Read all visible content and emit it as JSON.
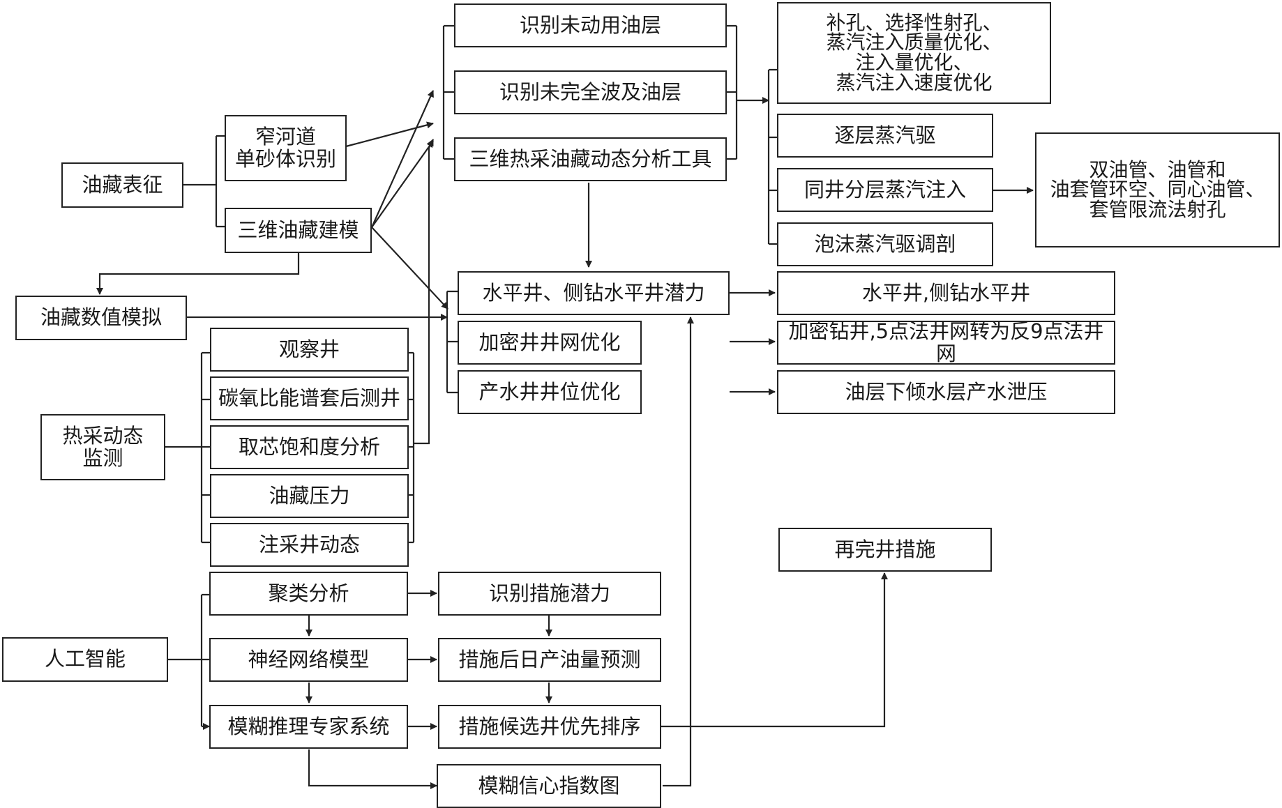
{
  "nodes": {
    "reservoir_char": "油藏表征",
    "narrow_channel": "窄河道\n单砂体识别",
    "model_3d": "三维油藏建模",
    "num_sim": "油藏数值模拟",
    "unused_layer": "识别未动用油层",
    "partial_sweep": "识别未完全波及油层",
    "dyn_tool": "三维热采油藏动态分析工具",
    "measures": "补孔、选择性射孔、\n蒸汽注入质量优化、\n注入量优化、\n蒸汽注入速度优化",
    "layer_steam": "逐层蒸汽驱",
    "same_well": "同井分层蒸汽注入",
    "foam": "泡沫蒸汽驱调剖",
    "dual_tube": "双油管、油管和\n油套管环空、同心油管、\n套管限流法射孔",
    "hw_potential": "水平井、侧钻水平井潜力",
    "infill_opt": "加密井井网优化",
    "water_well": "产水井井位优化",
    "hw_result": "水平井,侧钻水平井",
    "infill_result": "加密钻井,5点法井网转为反9点法井网",
    "water_result": "油层下倾水层产水泄压",
    "thermal_monitor": "热采动态\n监测",
    "obs_well": "观察井",
    "co_log": "碳氧比能谱套后测井",
    "core_sat": "取芯饱和度分析",
    "res_pressure": "油藏压力",
    "inj_prod": "注采井动态",
    "recompletion": "再完井措施",
    "ai": "人工智能",
    "cluster": "聚类分析",
    "neural": "神经网络模型",
    "fuzzy": "模糊推理专家系统",
    "id_potential": "识别措施潜力",
    "predict": "措施后日产油量预测",
    "rank": "措施候选井优先排序",
    "confidence": "模糊信心指数图"
  },
  "colors": {
    "line": "#222222",
    "background": "#ffffff"
  }
}
